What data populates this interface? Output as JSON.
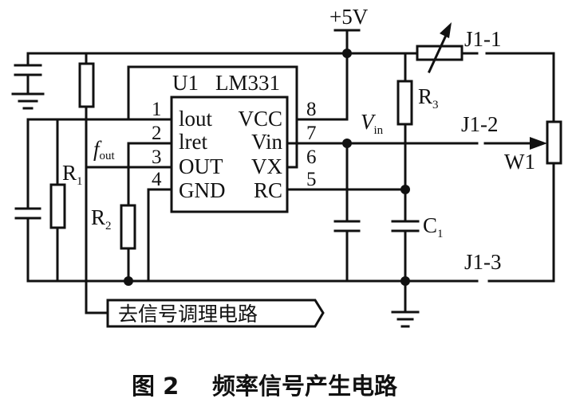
{
  "diagram": {
    "chip": {
      "ref": "U1",
      "part": "LM331",
      "left_pins": [
        {
          "num": "1",
          "name": "lout"
        },
        {
          "num": "2",
          "name": "lret"
        },
        {
          "num": "3",
          "name": "OUT"
        },
        {
          "num": "4",
          "name": "GND"
        }
      ],
      "right_pins": [
        {
          "num": "8",
          "name": "VCC"
        },
        {
          "num": "7",
          "name": "Vin"
        },
        {
          "num": "6",
          "name": "VX"
        },
        {
          "num": "5",
          "name": "RC"
        }
      ]
    },
    "labels": {
      "supply": "+5V",
      "r1": "R",
      "r1_sub": "1",
      "r2": "R",
      "r2_sub": "2",
      "r3": "R",
      "r3_sub": "3",
      "c1": "C",
      "c1_sub": "1",
      "fout": "f",
      "fout_sub": "out",
      "vin": "V",
      "vin_sub": "in",
      "j1_1": "J1-1",
      "j1_2": "J1-2",
      "j1_3": "J1-3",
      "w1": "W1"
    },
    "output_tag": "去信号调理电路",
    "caption": {
      "figure": "图 2",
      "title": "频率信号产生电路"
    }
  }
}
